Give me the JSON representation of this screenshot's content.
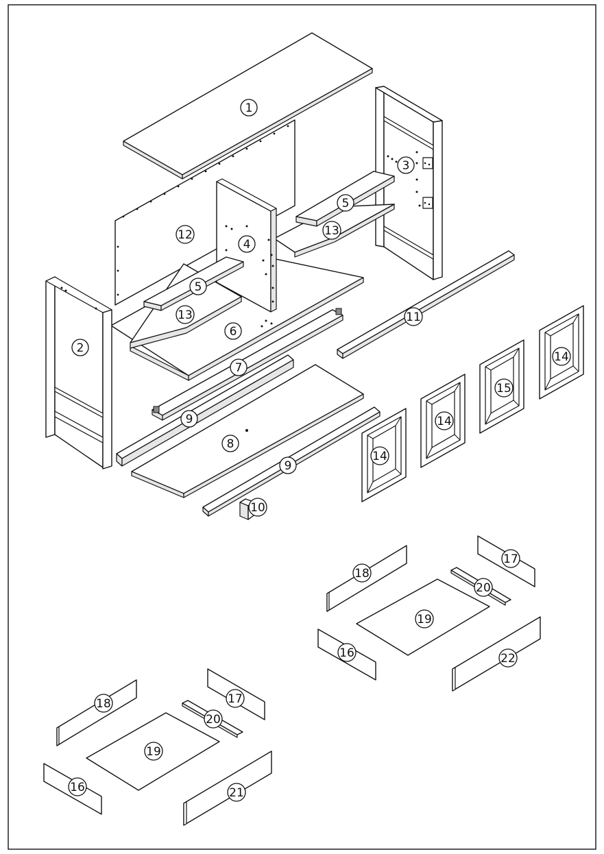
{
  "diagram": {
    "callouts": [
      {
        "id": "c1",
        "label": "1"
      },
      {
        "id": "c2",
        "label": "2"
      },
      {
        "id": "c3",
        "label": "3"
      },
      {
        "id": "c4",
        "label": "4"
      },
      {
        "id": "c5a",
        "label": "5"
      },
      {
        "id": "c5b",
        "label": "5"
      },
      {
        "id": "c6",
        "label": "6"
      },
      {
        "id": "c7",
        "label": "7"
      },
      {
        "id": "c8",
        "label": "8"
      },
      {
        "id": "c9a",
        "label": "9"
      },
      {
        "id": "c9b",
        "label": "9"
      },
      {
        "id": "c10",
        "label": "10"
      },
      {
        "id": "c11",
        "label": "11"
      },
      {
        "id": "c12",
        "label": "12"
      },
      {
        "id": "c13a",
        "label": "13"
      },
      {
        "id": "c13b",
        "label": "13"
      },
      {
        "id": "c14a",
        "label": "14"
      },
      {
        "id": "c14b",
        "label": "14"
      },
      {
        "id": "c14c",
        "label": "14"
      },
      {
        "id": "c15",
        "label": "15"
      },
      {
        "id": "c16a",
        "label": "16"
      },
      {
        "id": "c17a",
        "label": "17"
      },
      {
        "id": "c18a",
        "label": "18"
      },
      {
        "id": "c19a",
        "label": "19"
      },
      {
        "id": "c20a",
        "label": "20"
      },
      {
        "id": "c22",
        "label": "22"
      },
      {
        "id": "c16b",
        "label": "16"
      },
      {
        "id": "c17b",
        "label": "17"
      },
      {
        "id": "c18b",
        "label": "18"
      },
      {
        "id": "c19b",
        "label": "19"
      },
      {
        "id": "c20b",
        "label": "20"
      },
      {
        "id": "c21",
        "label": "21"
      }
    ]
  }
}
